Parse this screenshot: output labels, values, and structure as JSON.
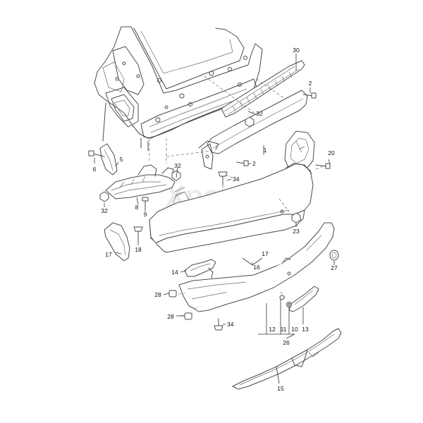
{
  "watermark": {
    "brand": "Xparts",
    "tagline": "company"
  },
  "callouts": [
    {
      "id": "c30",
      "text": "30"
    },
    {
      "id": "c2a",
      "text": "2"
    },
    {
      "id": "c32a",
      "text": "32"
    },
    {
      "id": "c1",
      "text": "1"
    },
    {
      "id": "c2b",
      "text": "2"
    },
    {
      "id": "c20",
      "text": "20"
    },
    {
      "id": "c6",
      "text": "6"
    },
    {
      "id": "c5",
      "text": "5"
    },
    {
      "id": "c32b",
      "text": "32"
    },
    {
      "id": "c34a",
      "text": "34"
    },
    {
      "id": "c32c",
      "text": "32"
    },
    {
      "id": "c8",
      "text": "8"
    },
    {
      "id": "c9",
      "text": "9"
    },
    {
      "id": "c23",
      "text": "23"
    },
    {
      "id": "c18",
      "text": "18"
    },
    {
      "id": "c17a",
      "text": "17"
    },
    {
      "id": "c17b",
      "text": "17"
    },
    {
      "id": "c16",
      "text": "16"
    },
    {
      "id": "c27",
      "text": "27"
    },
    {
      "id": "c14",
      "text": "14"
    },
    {
      "id": "c28a",
      "text": "28"
    },
    {
      "id": "c28b",
      "text": "28"
    },
    {
      "id": "c34b",
      "text": "34"
    },
    {
      "id": "c12",
      "text": "12"
    },
    {
      "id": "c11",
      "text": "11"
    },
    {
      "id": "c10",
      "text": "10"
    },
    {
      "id": "c13",
      "text": "13"
    },
    {
      "id": "c26",
      "text": "26"
    },
    {
      "id": "c15",
      "text": "15"
    }
  ]
}
